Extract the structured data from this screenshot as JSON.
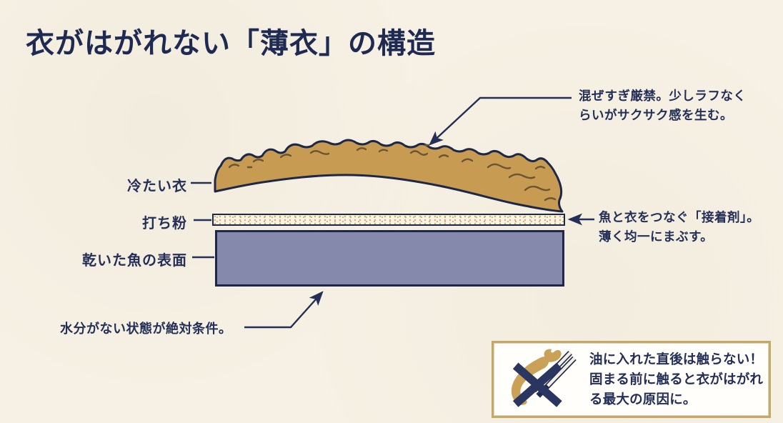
{
  "page": {
    "title": "衣がはがれない「薄衣」の構造"
  },
  "colors": {
    "background": "#f6f1e4",
    "ink_navy": "#242f57",
    "title_navy": "#1e2a52",
    "batter_gold": "#c89b52",
    "batter_texture_brown": "#6b5433",
    "dusting_cream": "#faf4e3",
    "fish_surface_blue": "#8589ac",
    "outline_navy": "#1d2747",
    "warning_border_gold": "#c3a868",
    "warning_background": "#fffefa"
  },
  "layers": {
    "batter_label": "冷たい衣",
    "dusting_label": "打ち粉",
    "fish_label": "乾いた魚の表面"
  },
  "annotations": {
    "mixing_line1": "混ぜすぎ厳禁。少しラフなく",
    "mixing_line2": "らいがサクサク感を生む。",
    "adhesive_line1": "魚と衣をつなぐ「接着剤」。",
    "adhesive_line2": "薄く均一にまぶす。",
    "moisture": "水分がない状態が絶対条件。"
  },
  "warning": {
    "icon_name": "no-touch-fried-shrimp-icon",
    "line1": "油に入れた直後は触らない！",
    "line2": "固まる前に触ると衣がはがれ",
    "line3": "る最大の原因に。"
  }
}
